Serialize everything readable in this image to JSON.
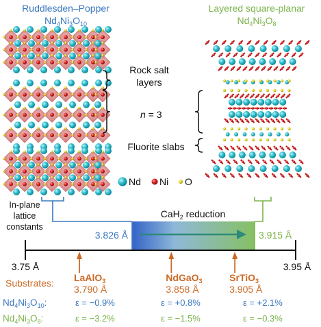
{
  "left_structure": {
    "title": "Ruddlesden–Popper",
    "formula": {
      "el1": "Nd",
      "sub1": "4",
      "el2": "Ni",
      "sub2": "3",
      "el3": "O",
      "sub3": "10"
    }
  },
  "right_structure": {
    "title": "Layered square-planar",
    "formula": {
      "el1": "Nd",
      "sub1": "4",
      "el2": "Ni",
      "sub2": "3",
      "el3": "O",
      "sub3": "8"
    }
  },
  "annotations": {
    "rock_salt_line1": "Rock salt",
    "rock_salt_line2": "layers",
    "n_label": "n",
    "n_value": " = 3",
    "fluorite": "Fluorite slabs"
  },
  "legend": [
    {
      "label": "Nd",
      "color": "#2bbccc"
    },
    {
      "label": "Ni",
      "color": "#d81e1e"
    },
    {
      "label": "O",
      "color": "#e5d31c"
    }
  ],
  "in_plane_label": [
    "In-plane",
    "lattice",
    "constants"
  ],
  "reduction": {
    "prefix": "CaH",
    "sub": "2",
    "suffix": " reduction"
  },
  "lattice_constants": {
    "rp_value": "3.826 Å",
    "planar_value": "3.915 Å"
  },
  "axis": {
    "min_label": "3.75 Å",
    "max_label": "3.95 Å",
    "min": 3.75,
    "max": 3.95
  },
  "substrates_label": "Substrates:",
  "substrates": [
    {
      "name_prefix": "LaAlO",
      "name_sub": "3",
      "value": "3.790 Å",
      "a": 3.79
    },
    {
      "name_prefix": "NdGaO",
      "name_sub": "3",
      "value": "3.858 Å",
      "a": 3.858
    },
    {
      "name_prefix": "SrTiO",
      "name_sub": "3",
      "value": "3.905 Å",
      "a": 3.905
    }
  ],
  "strain_rows": [
    {
      "label": {
        "el1": "Nd",
        "sub1": "4",
        "el2": "Ni",
        "sub2": "3",
        "el3": "O",
        "sub3": "10",
        "colon": ":"
      },
      "values": [
        "ε = −0.9%",
        "ε = +0.8%",
        "ε = +2.1%"
      ]
    },
    {
      "label": {
        "el1": "Nd",
        "sub1": "4",
        "el2": "Ni",
        "sub2": "3",
        "el3": "O",
        "sub3": "8",
        "colon": ":"
      },
      "values": [
        "ε = −3.2%",
        "ε = −1.5%",
        "ε = −0.3%"
      ]
    }
  ],
  "colors": {
    "rp_blue": "#3a78c0",
    "planar_green": "#7bb34a",
    "substrate_orange": "#cc6a26",
    "octahedron": "#cf6c6c",
    "nd": "#2bbccc",
    "ni": "#d81e1e",
    "o": "#e5d31c"
  }
}
